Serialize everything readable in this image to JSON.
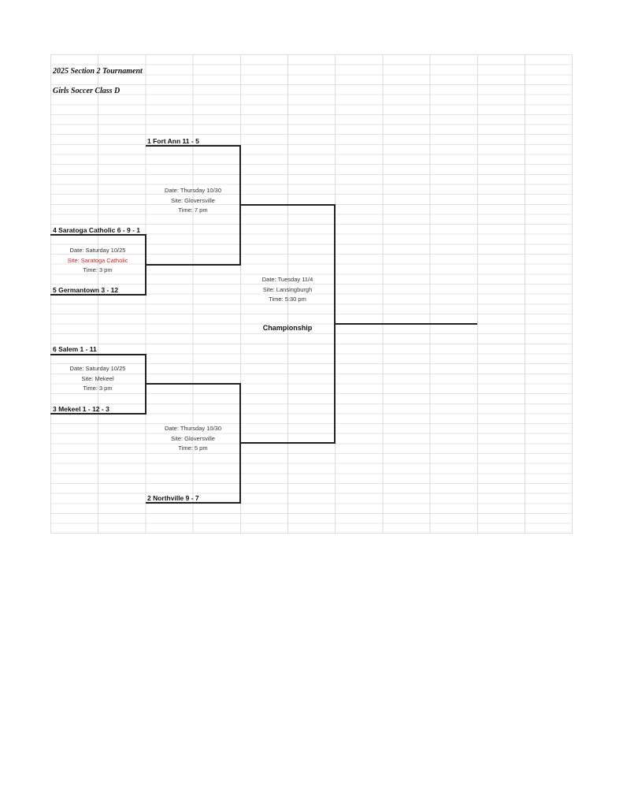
{
  "header": {
    "title": "2025 Section 2 Tournament",
    "subtitle": "Girls Soccer Class D"
  },
  "teams": {
    "fort_ann": "1  Fort Ann  11 - 5",
    "saratoga": "4  Saratoga Catholic  6 - 9 - 1",
    "germantown": "5  Germantown  3 - 12",
    "salem": "6  Salem 1 - 11",
    "mekeel": "3  Mekeel  1 - 12 - 3",
    "northville": "2  Northville  9 - 7"
  },
  "games": {
    "qf1": {
      "date": "Date: Saturday 10/25",
      "site": "Site: Saratoga Catholic",
      "time": "Time: 3 pm"
    },
    "qf2": {
      "date": "Date: Saturday 10/25",
      "site": "Site: Mekeel",
      "time": "Time: 3 pm"
    },
    "sf1": {
      "date": "Date: Thursday 10/30",
      "site": "Site: Gloversville",
      "time": "Time: 7 pm"
    },
    "sf2": {
      "date": "Date: Thursday 10/30",
      "site": "Site: Gloversville",
      "time": "Time: 5 pm"
    },
    "final": {
      "date": "Date: Tuesday 11/4",
      "site": "Site: Lansingburgh",
      "time": "Time: 5:30 pm",
      "label": "Championship"
    }
  },
  "colors": {
    "highlight": "#d42020",
    "line": "#222222"
  }
}
